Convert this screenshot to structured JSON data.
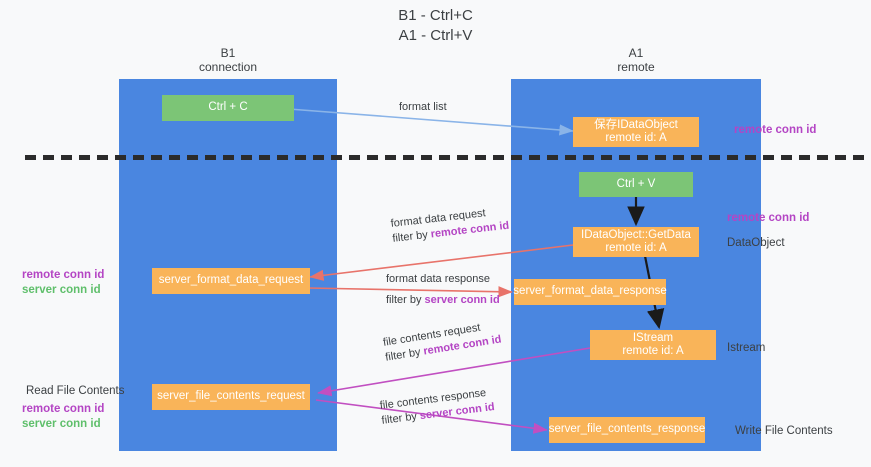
{
  "title": {
    "line1": "B1 - Ctrl+C",
    "line2": "A1 - Ctrl+V"
  },
  "columns": [
    {
      "name": "B1",
      "subtitle": "connection"
    },
    {
      "name": "A1",
      "subtitle": "remote"
    }
  ],
  "colors": {
    "lane": "#4a86e0",
    "box_orange": "#f9b459",
    "box_green": "#7cc576",
    "accent_purple": "#b445c4",
    "accent_green": "#5fbf6b",
    "arrow_blue": "#8ab4e8",
    "arrow_red": "#e8736a",
    "arrow_magenta": "#c14fc1",
    "arrow_black": "#1a1a1a",
    "dashed_line": "#2b2b2b",
    "page_bg": "#f8f9fa"
  },
  "boxes": {
    "ctrl_c": {
      "label": "Ctrl + C"
    },
    "ctrl_v": {
      "label": "Ctrl + V"
    },
    "save_idataobject": {
      "line1": "保存IDataObject",
      "line2": "remote id: A"
    },
    "getdata": {
      "line1": "IDataObject::GetData",
      "line2": "remote id: A"
    },
    "istream": {
      "line1": "IStream",
      "line2": "remote id: A"
    },
    "server_format_data_request": {
      "label": "server_format_data_request"
    },
    "server_format_data_response": {
      "label": "server_format_data_response"
    },
    "server_file_contents_request": {
      "label": "server_file_contents_request"
    },
    "server_file_contents_response": {
      "label": "server_file_contents_response"
    }
  },
  "edge_labels": {
    "format_list": {
      "text": "format list"
    },
    "format_data_request": {
      "line1": "format data request",
      "line2_prefix": "filter by ",
      "line2_accent": "remote conn id"
    },
    "format_data_response": {
      "line1": "format data response",
      "line2_prefix": "filter by ",
      "line2_accent": "server conn id"
    },
    "file_contents_request": {
      "line1": "file contents request",
      "line2_prefix": "filter by ",
      "line2_accent": "remote conn id"
    },
    "file_contents_response": {
      "line1": "file contents response",
      "line2_prefix": "filter by ",
      "line2_accent": "server conn id"
    }
  },
  "annotations": {
    "right": [
      {
        "id": "remote-conn-id-top",
        "text": "remote conn id",
        "style": "purple"
      },
      {
        "id": "remote-conn-id-mid",
        "text": "remote conn id",
        "style": "purple"
      },
      {
        "id": "dataobject",
        "text": "DataObject",
        "style": "plain"
      },
      {
        "id": "istream",
        "text": "Istream",
        "style": "plain"
      },
      {
        "id": "write-file-contents",
        "text": "Write File Contents",
        "style": "plain"
      }
    ],
    "left": [
      {
        "id": "remote-conn-id-left-1",
        "text": "remote conn id",
        "style": "purple"
      },
      {
        "id": "server-conn-id-left-1",
        "text": "server conn id",
        "style": "green"
      },
      {
        "id": "read-file-contents",
        "text": "Read File Contents",
        "style": "plain"
      },
      {
        "id": "remote-conn-id-left-2",
        "text": "remote conn id",
        "style": "purple"
      },
      {
        "id": "server-conn-id-left-2",
        "text": "server conn id",
        "style": "green"
      }
    ]
  }
}
